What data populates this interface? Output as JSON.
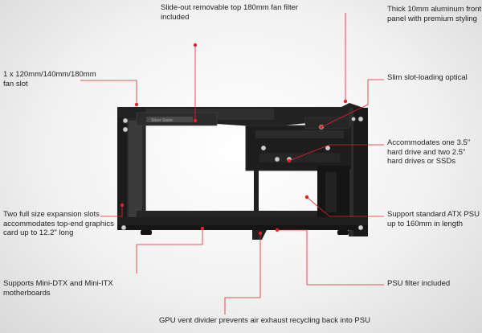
{
  "annotations": {
    "top_filter": "Slide-out removable top 180mm fan filter included",
    "aluminum_panel": "Thick 10mm aluminum front panel with premium styling",
    "fan_slot": "1 x 120mm/140mm/180mm fan slot",
    "optical": "Slim slot-loading optical",
    "hdd": "Accommodates one 3.5\" hard drive and two 2.5\" hard drives or SSDs",
    "expansion": "Two full size expansion slots accommodates top-end graphics card up to 12.2\" long",
    "psu": "Support standard ATX PSU up to 160mm in length",
    "motherboard": "Supports Mini-DTX and Mini-ITX motherboards",
    "psu_filter": "PSU filter included",
    "gpu_divider": "GPU vent divider prevents air exhaust recycling back into PSU"
  },
  "colors": {
    "callout": "#e8202a",
    "chassis": "#1b1b1b"
  }
}
